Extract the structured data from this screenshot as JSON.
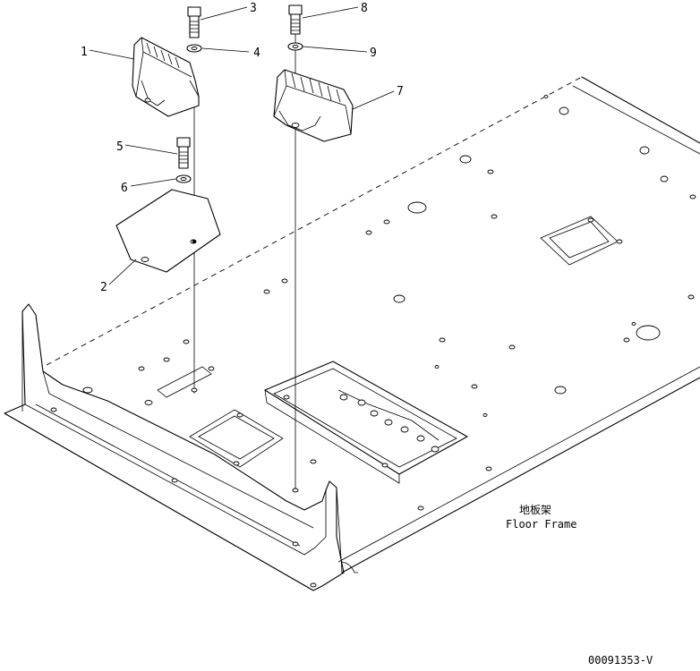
{
  "callouts": [
    {
      "id": "1",
      "text": "1"
    },
    {
      "id": "2",
      "text": "2"
    },
    {
      "id": "3",
      "text": "3"
    },
    {
      "id": "4",
      "text": "4"
    },
    {
      "id": "5",
      "text": "5"
    },
    {
      "id": "6",
      "text": "6"
    },
    {
      "id": "7",
      "text": "7"
    },
    {
      "id": "8",
      "text": "8"
    },
    {
      "id": "9",
      "text": "9"
    }
  ],
  "frame_label": {
    "jp": "地板架",
    "en": "Floor Frame"
  },
  "drawing_code": "00091353-V"
}
